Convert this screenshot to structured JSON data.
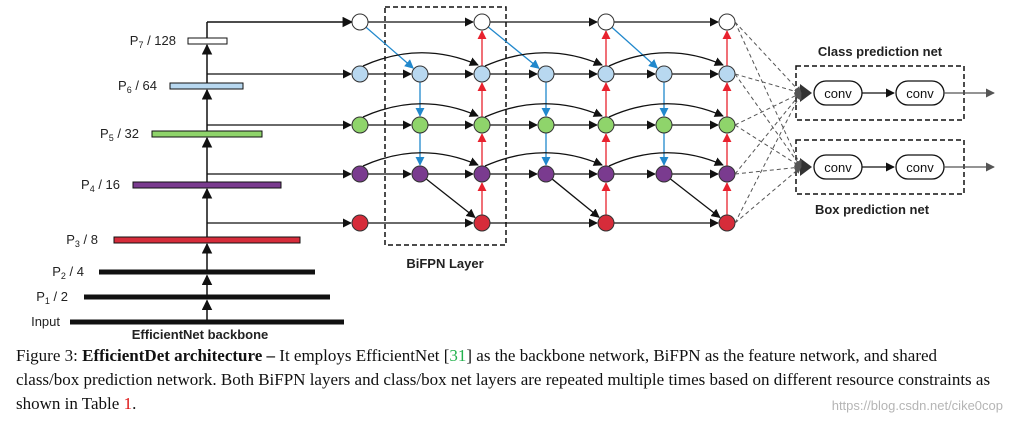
{
  "colors": {
    "p7": "#ffffff",
    "p6": "#b8d8f0",
    "p5": "#8fd46b",
    "p4": "#7a3b8f",
    "p3": "#d62c3a",
    "backbone_bar": "#111111",
    "up_arrow": "#e8222e",
    "down_arrow": "#2188cc"
  },
  "backbone": {
    "title": "EfficientNet backbone",
    "levels": [
      {
        "base": "Input",
        "sub": "",
        "suffix": ""
      },
      {
        "base": "P",
        "sub": "1",
        "suffix": " / 2"
      },
      {
        "base": "P",
        "sub": "2",
        "suffix": " / 4"
      },
      {
        "base": "P",
        "sub": "3",
        "suffix": " / 8"
      },
      {
        "base": "P",
        "sub": "4",
        "suffix": " / 16"
      },
      {
        "base": "P",
        "sub": "5",
        "suffix": " / 32"
      },
      {
        "base": "P",
        "sub": "6",
        "suffix": " / 64"
      },
      {
        "base": "P",
        "sub": "7",
        "suffix": " / 128"
      }
    ]
  },
  "bifpn": {
    "label": "BiFPN Layer"
  },
  "class_net": {
    "title": "Class prediction net",
    "conv1": "conv",
    "conv2": "conv"
  },
  "box_net": {
    "title": "Box prediction net",
    "conv1": "conv",
    "conv2": "conv"
  },
  "caption": {
    "figure": "Figure 3:",
    "title": "EfficientDet architecture –",
    "part1": " It employs EfficientNet [",
    "ref1": "31",
    "part2": "] as the backbone network, BiFPN as the feature network, and shared class/box prediction network. Both BiFPN layers and class/box net layers are repeated multiple times based on different resource constraints as shown in Table ",
    "ref2": "1",
    "part3": "."
  },
  "watermark": "https://blog.csdn.net/cike0cop"
}
